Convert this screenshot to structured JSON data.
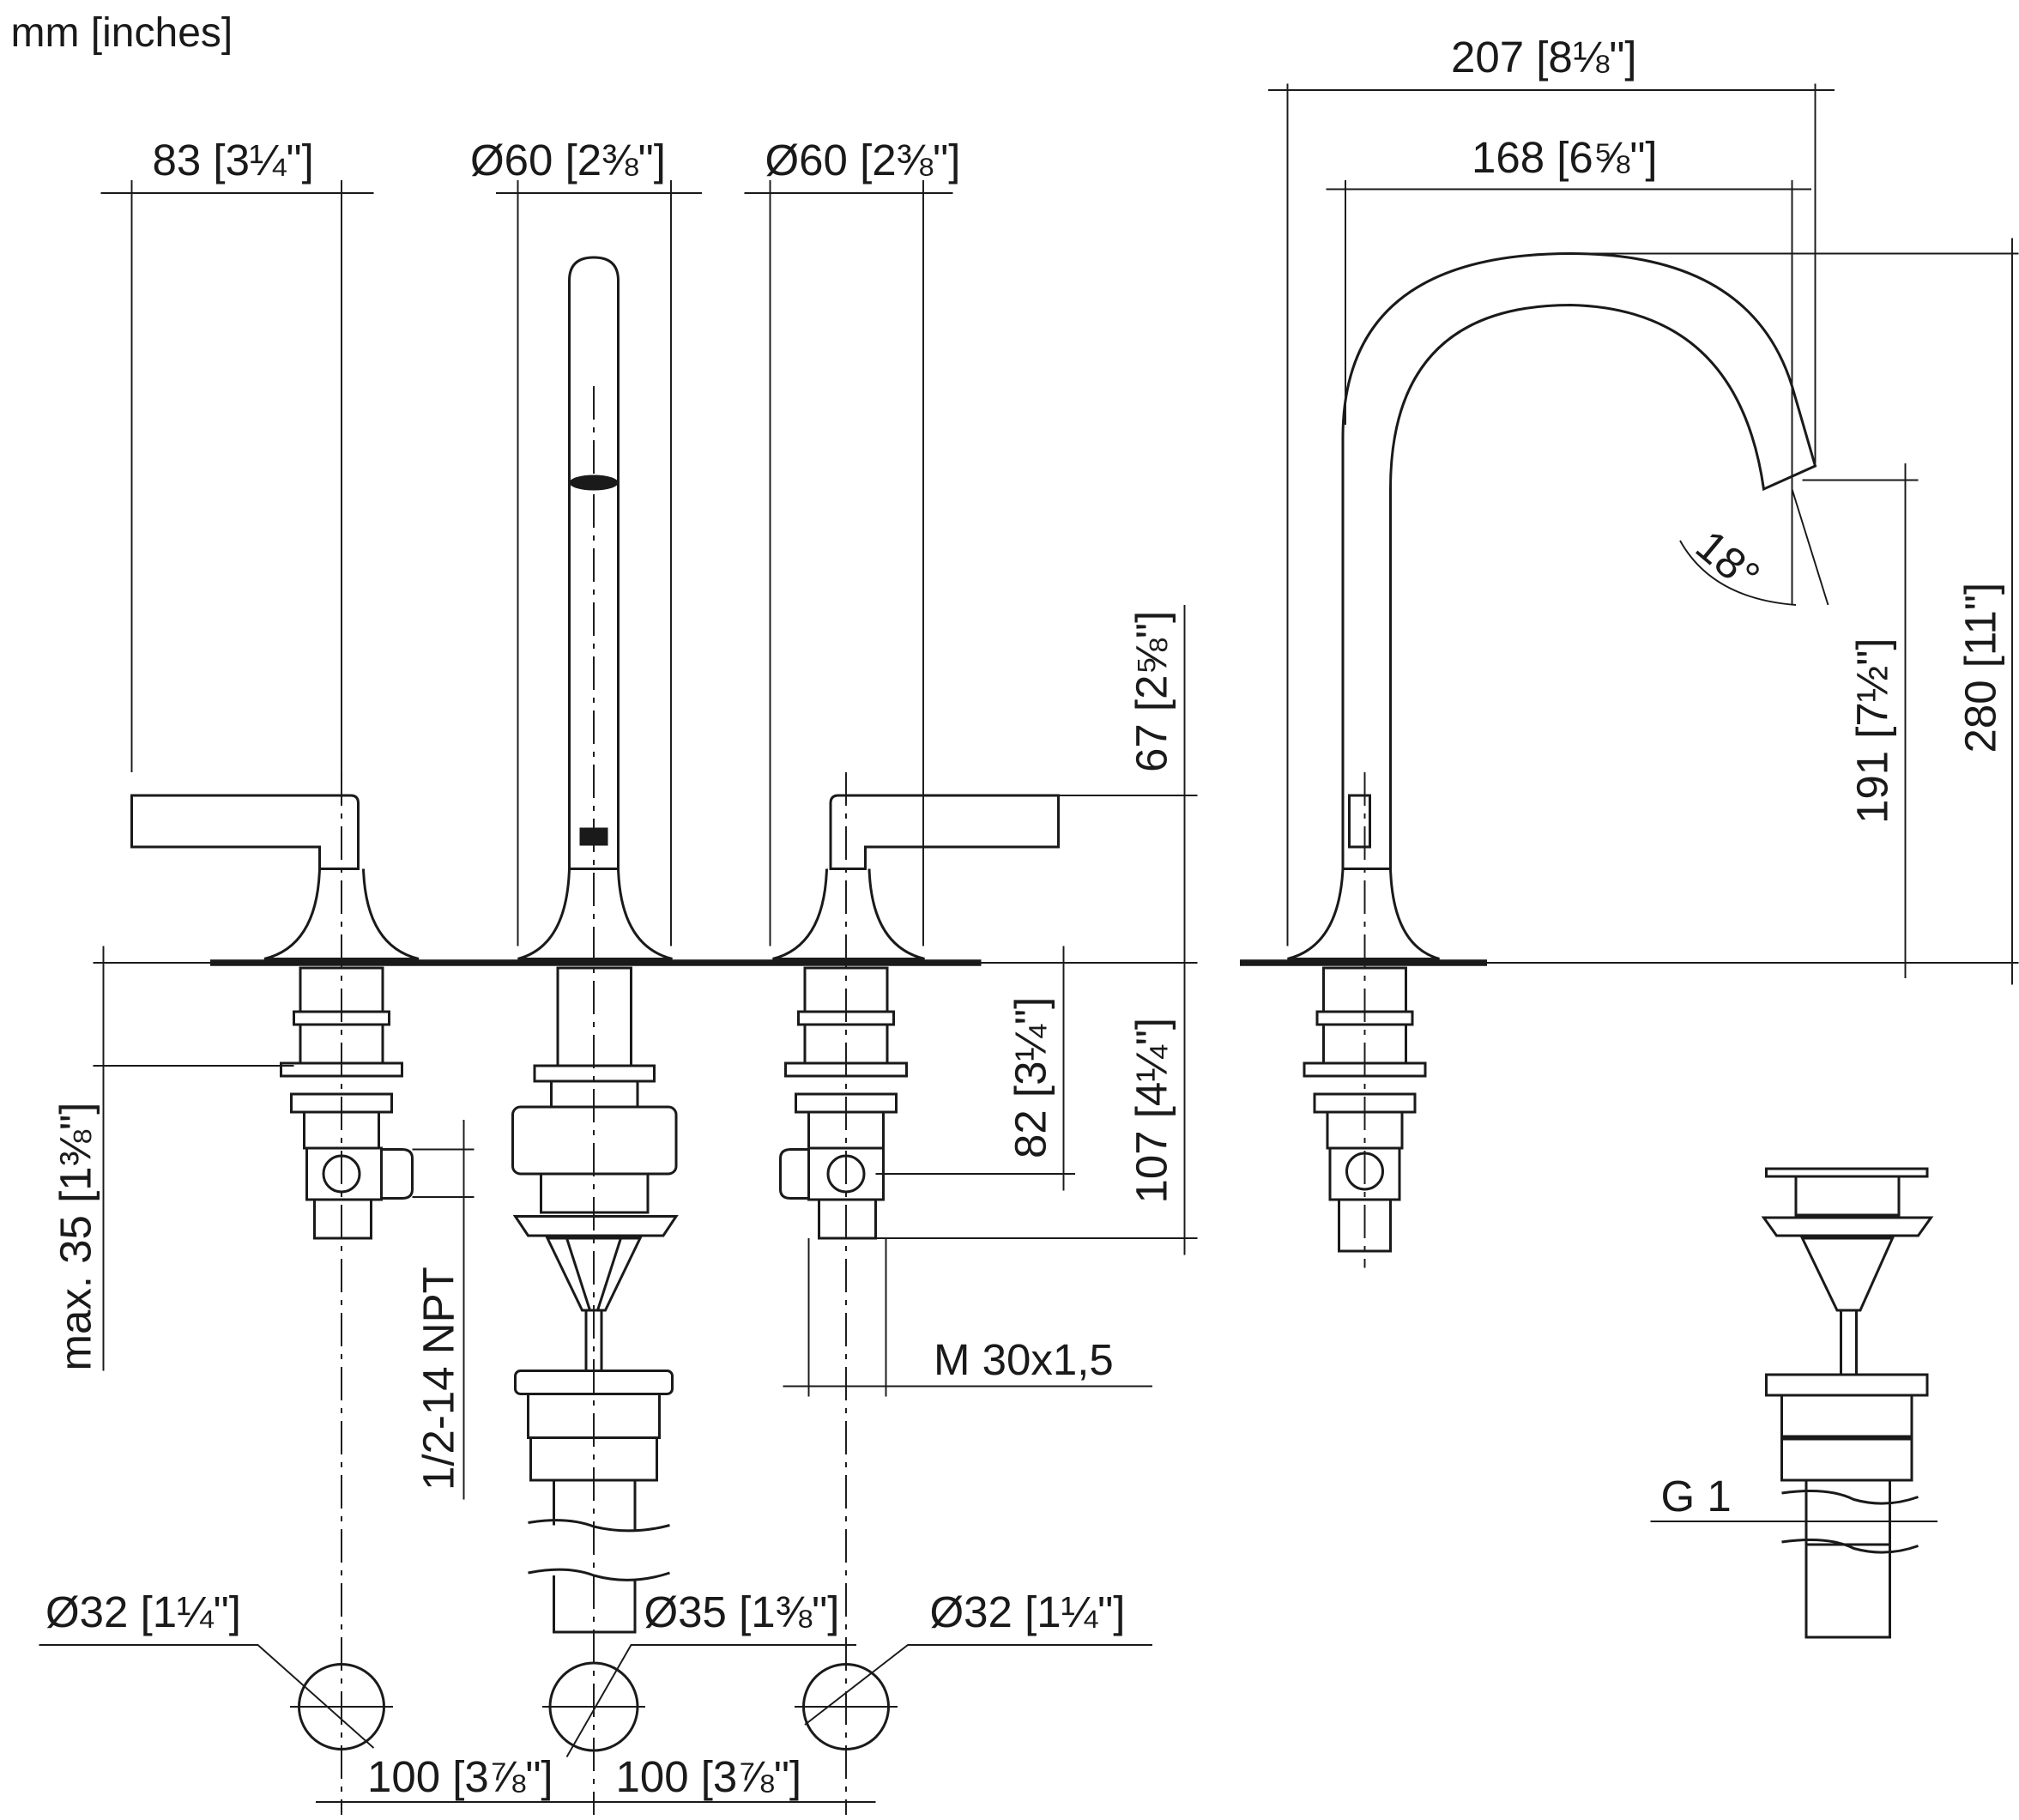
{
  "units_label": "mm [inches]",
  "dimensions": {
    "handle_width": "83 [3¼\"]",
    "spout_diameter": "Ø60 [2⅜\"]",
    "handle_diameter": "Ø60 [2⅜\"]",
    "spout_reach_total": "207 [8⅛\"]",
    "spout_reach": "168 [6⅝\"]",
    "handle_height": "67 [2⅝\"]",
    "spout_angle": "18°",
    "outlet_height": "191 [7½\"]",
    "total_height": "280 [11\"]",
    "valve_depth": "82 [3¼\"]",
    "connection_depth": "107 [4¼\"]",
    "max_deck_thickness": "max. 35 [1⅜\"]",
    "inlet_thread": "1/2-14 NPT",
    "valve_thread": "M 30x1,5",
    "drain_thread": "G 1",
    "left_hole": "Ø32 [1¼\"]",
    "center_hole": "Ø35 [1⅜\"]",
    "right_hole": "Ø32 [1¼\"]",
    "spacing_left": "100 [3⅞\"]",
    "spacing_right": "100 [3⅞\"]"
  }
}
